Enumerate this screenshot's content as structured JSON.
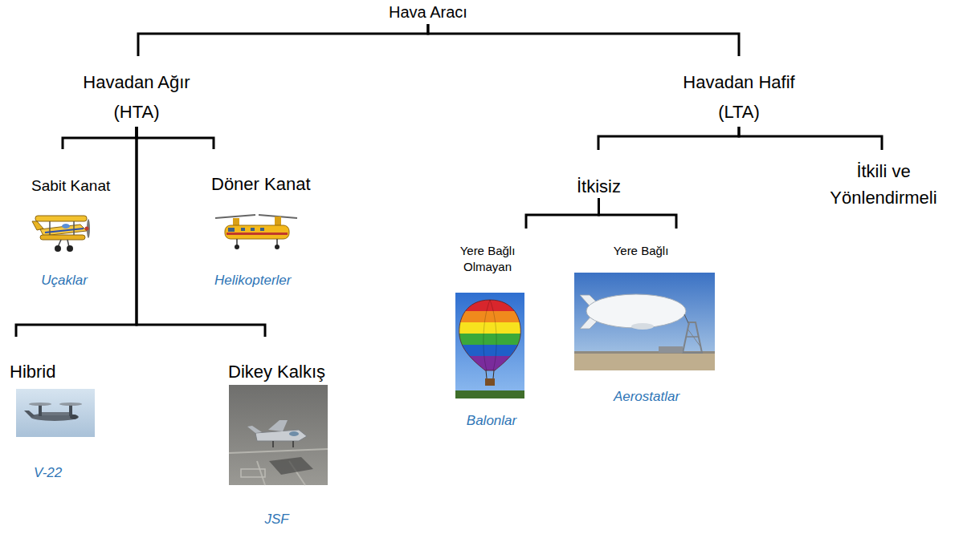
{
  "diagram": {
    "nodes": [
      {
        "text": [
          "Hava Aracı"
        ]
      },
      {
        "text": [
          "Havadan Ağır (HTA)"
        ]
      },
      {
        "text": [
          "Havadan Hafif (LTA)"
        ]
      },
      {
        "text": [
          "Sabit Kanat",
          "Uçaklar"
        ]
      },
      {
        "text": [
          "Döner Kanat",
          "Helikopterler"
        ]
      },
      {
        "text": [
          "İtkisiz"
        ]
      },
      {
        "text": [
          "İtkili ve Yönlendirmeli"
        ]
      },
      {
        "text": [
          "Yere Bağlı Olmayan",
          "Balonlar"
        ]
      },
      {
        "text": [
          "Yere Bağlı",
          "Aerostatlar"
        ]
      },
      {
        "text": [
          "Hibrid",
          "V-22"
        ]
      },
      {
        "text": [
          "Dikey Kalkış",
          "JSF"
        ]
      }
    ],
    "edges": [
      {
        "from": 0,
        "to": 1,
        "arrow": "none"
      },
      {
        "from": 0,
        "to": 2,
        "arrow": "none"
      },
      {
        "from": 1,
        "to": 3,
        "arrow": "none"
      },
      {
        "from": 1,
        "to": 4,
        "arrow": "none"
      },
      {
        "from": 1,
        "to": 9,
        "arrow": "none"
      },
      {
        "from": 1,
        "to": 10,
        "arrow": "none"
      },
      {
        "from": 2,
        "to": 5,
        "arrow": "none"
      },
      {
        "from": 2,
        "to": 6,
        "arrow": "none"
      },
      {
        "from": 5,
        "to": 7,
        "arrow": "none"
      },
      {
        "from": 5,
        "to": 8,
        "arrow": "none"
      }
    ]
  }
}
